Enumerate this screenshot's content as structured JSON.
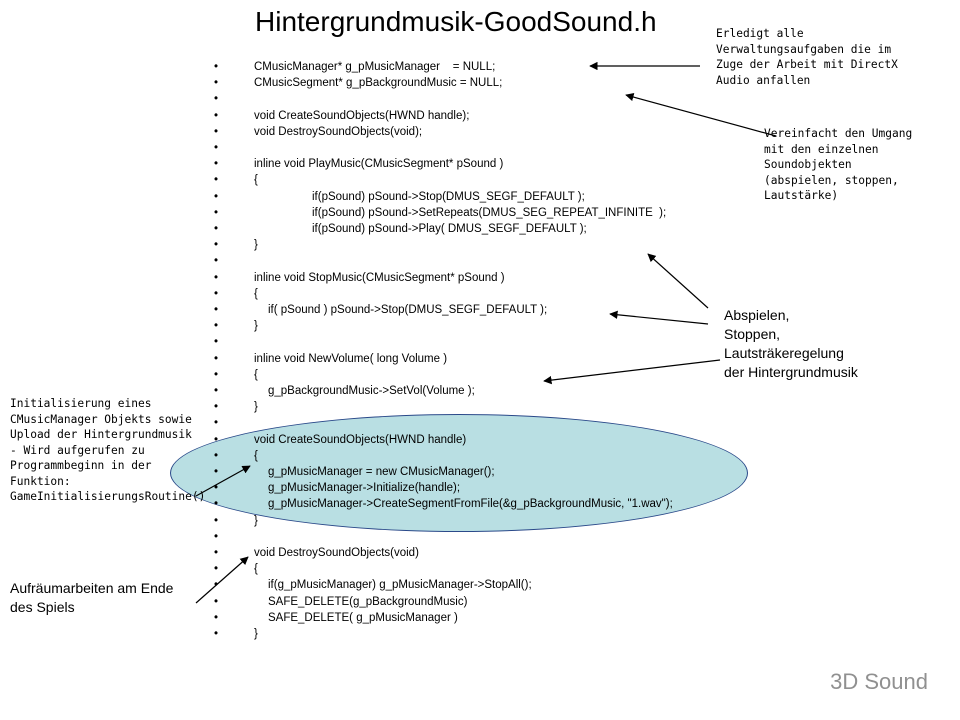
{
  "title": "Hintergrundmusik-GoodSound.h",
  "code_lines": [
    {
      "text": "CMusicManager* g_pMusicManager    = NULL;",
      "indent": 0
    },
    {
      "text": "CMusicSegment* g_pBackgroundMusic = NULL;",
      "indent": 0
    },
    {
      "text": "",
      "indent": 0
    },
    {
      "text": "void CreateSoundObjects(HWND handle);",
      "indent": 0
    },
    {
      "text": "void DestroySoundObjects(void);",
      "indent": 0
    },
    {
      "text": "",
      "indent": 0
    },
    {
      "text": "inline void PlayMusic(CMusicSegment* pSound )",
      "indent": 0
    },
    {
      "text": "{",
      "indent": 0
    },
    {
      "text": "if(pSound) pSound->Stop(DMUS_SEGF_DEFAULT );",
      "indent": 2
    },
    {
      "text": "if(pSound) pSound->SetRepeats(DMUS_SEG_REPEAT_INFINITE  );",
      "indent": 2
    },
    {
      "text": "if(pSound) pSound->Play( DMUS_SEGF_DEFAULT );",
      "indent": 2
    },
    {
      "text": "}",
      "indent": 0
    },
    {
      "text": "",
      "indent": 0
    },
    {
      "text": "inline void StopMusic(CMusicSegment* pSound )",
      "indent": 0
    },
    {
      "text": "{",
      "indent": 0
    },
    {
      "text": "if( pSound ) pSound->Stop(DMUS_SEGF_DEFAULT );",
      "indent": 1
    },
    {
      "text": "}",
      "indent": 0
    },
    {
      "text": "",
      "indent": 0
    },
    {
      "text": "inline void NewVolume( long Volume )",
      "indent": 0
    },
    {
      "text": "{",
      "indent": 0
    },
    {
      "text": "g_pBackgroundMusic->SetVol(Volume );",
      "indent": 1
    },
    {
      "text": "}",
      "indent": 0
    },
    {
      "text": "",
      "indent": 0
    },
    {
      "text": "void CreateSoundObjects(HWND handle)",
      "indent": 0
    },
    {
      "text": "{",
      "indent": 0
    },
    {
      "text": "g_pMusicManager = new CMusicManager();",
      "indent": 1
    },
    {
      "text": "g_pMusicManager->Initialize(handle);",
      "indent": 1
    },
    {
      "text": "g_pMusicManager->CreateSegmentFromFile(&g_pBackgroundMusic, \"1.wav\");",
      "indent": 1
    },
    {
      "text": "}",
      "indent": 0
    },
    {
      "text": "",
      "indent": 0
    },
    {
      "text": "void DestroySoundObjects(void)",
      "indent": 0
    },
    {
      "text": "{",
      "indent": 0
    },
    {
      "text": "if(g_pMusicManager) g_pMusicManager->StopAll();",
      "indent": 1
    },
    {
      "text": "SAFE_DELETE(g_pBackgroundMusic)",
      "indent": 1
    },
    {
      "text": "SAFE_DELETE( g_pMusicManager )",
      "indent": 1
    },
    {
      "text": "}",
      "indent": 0
    }
  ],
  "bullet_char": "•",
  "notes": {
    "music_manager": "Erledigt alle\nVerwaltungsaufgaben die im\nZuge der Arbeit mit DirectX\nAudio anfallen",
    "music_segment": "Vereinfacht den Umgang\nmit den einzelnen\nSoundobjekten\n(abspielen, stoppen,\nLautstärke)",
    "playback": "Abspielen,\nStoppen,\nLautsträkeregelung\nder Hintergrundmusik",
    "init": "Initialisierung eines\nCMusicManager Objekts sowie\nUpload der Hintergrundmusik\n- Wird aufgerufen zu\nProgrammbeginn in der\nFunktion:\nGameInitialisierungsRoutine()",
    "cleanup": "Aufräumarbeiten am Ende\ndes Spiels"
  },
  "footer": "3D Sound",
  "colors": {
    "ellipse_fill": "#b9dfe3",
    "ellipse_border": "#2b4a8a",
    "footer_text": "#909090"
  }
}
